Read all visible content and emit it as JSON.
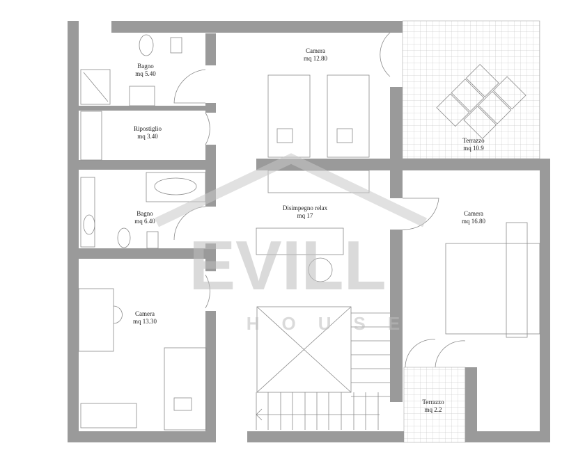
{
  "rooms": [
    {
      "name": "Bagno",
      "area": "mq 5.40"
    },
    {
      "name": "Ripostiglio",
      "area": "mq 3.40"
    },
    {
      "name": "Bagno",
      "area": "mq 6.40"
    },
    {
      "name": "Camera",
      "area": "mq 13.30"
    },
    {
      "name": "Camera",
      "area": "mq 12.80"
    },
    {
      "name": "Disimpegno relax",
      "area": "mq 17"
    },
    {
      "name": "Terrazzo",
      "area": "mq 10.9"
    },
    {
      "name": "Camera",
      "area": "mq 16.80"
    },
    {
      "name": "Terrazzo",
      "area": "mq 2.2"
    }
  ],
  "watermark": {
    "brand": "EVILL",
    "sub": "HOUSE"
  },
  "colors": {
    "wall": "#9a9a9a",
    "line": "#8a8a8a",
    "watermark": "#bdbdbd"
  }
}
